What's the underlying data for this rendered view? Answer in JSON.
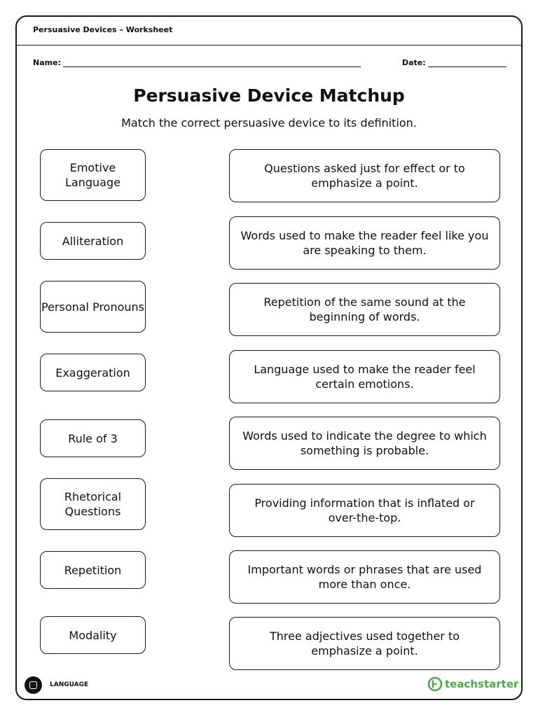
{
  "header": {
    "title": "Persuasive Devices – Worksheet"
  },
  "fields": {
    "name_label": "Name:",
    "date_label": "Date:"
  },
  "main": {
    "title": "Persuasive Device Matchup",
    "subtitle": "Match the correct persuasive device to its definition."
  },
  "terms": [
    "Emotive Language",
    "Alliteration",
    "Personal Pronouns",
    "Exaggeration",
    "Rule of 3",
    "Rhetorical Questions",
    "Repetition",
    "Modality"
  ],
  "definitions": [
    "Questions asked just for effect or to emphasize a point.",
    "Words used to make the reader feel like you are speaking to them.",
    "Repetition of the same sound at the beginning of words.",
    "Language used to make the reader feel certain emotions.",
    "Words used to indicate the degree to which something is probable.",
    "Providing information that is inflated or over-the-top.",
    "Important words or phrases that are used more than once.",
    "Three adjectives used together to emphasize a point."
  ],
  "footer": {
    "subject": "LANGUAGE",
    "brand": "teachstarter",
    "brand_color": "#4fa84a"
  }
}
